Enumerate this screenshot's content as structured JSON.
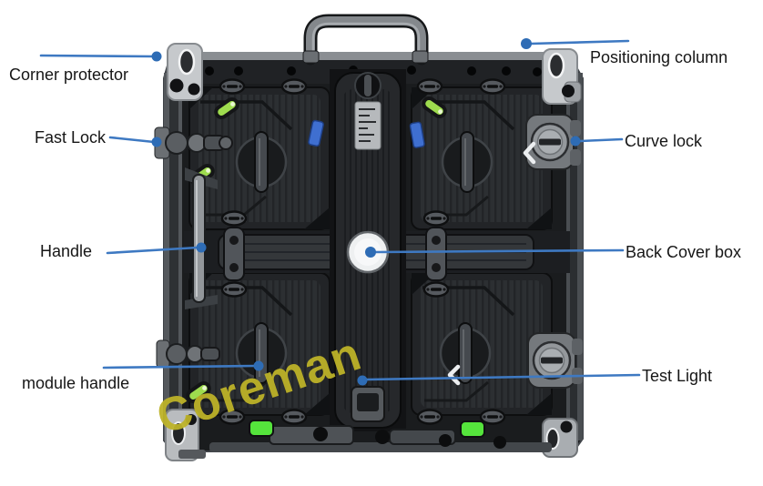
{
  "labels": {
    "corner_protector": "Corner protector",
    "fast_lock": "Fast Lock",
    "handle": "Handle",
    "module_handle": "module handle",
    "positioning_column": "Positioning column",
    "curve_lock": "Curve lock",
    "back_cover_box": "Back Cover box",
    "test_light": "Test Light"
  },
  "watermark": {
    "text": "Coreman",
    "color": "#bdb228"
  },
  "colors": {
    "callout_line": "#3e79c2",
    "callout_dot": "#2e6cb5",
    "label_text": "#161616",
    "background": "#ffffff",
    "indicator_green": "#9edc4e",
    "test_light_green": "#55e43c",
    "clip_blue": "#3f6fd0",
    "cabinet_dark": "#1a1c1e",
    "bracket_silver": "#c6c9cc"
  }
}
